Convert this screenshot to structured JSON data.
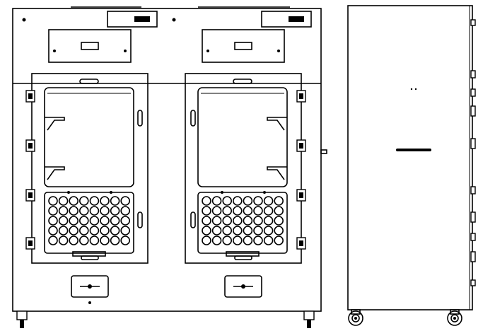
{
  "colors": {
    "stroke": "#000000",
    "background": "#ffffff"
  },
  "front_view": {
    "door_count": 2,
    "port_grid": {
      "columns": 8,
      "rows": 5
    }
  },
  "side_view": {
    "wheel_count": 2
  }
}
